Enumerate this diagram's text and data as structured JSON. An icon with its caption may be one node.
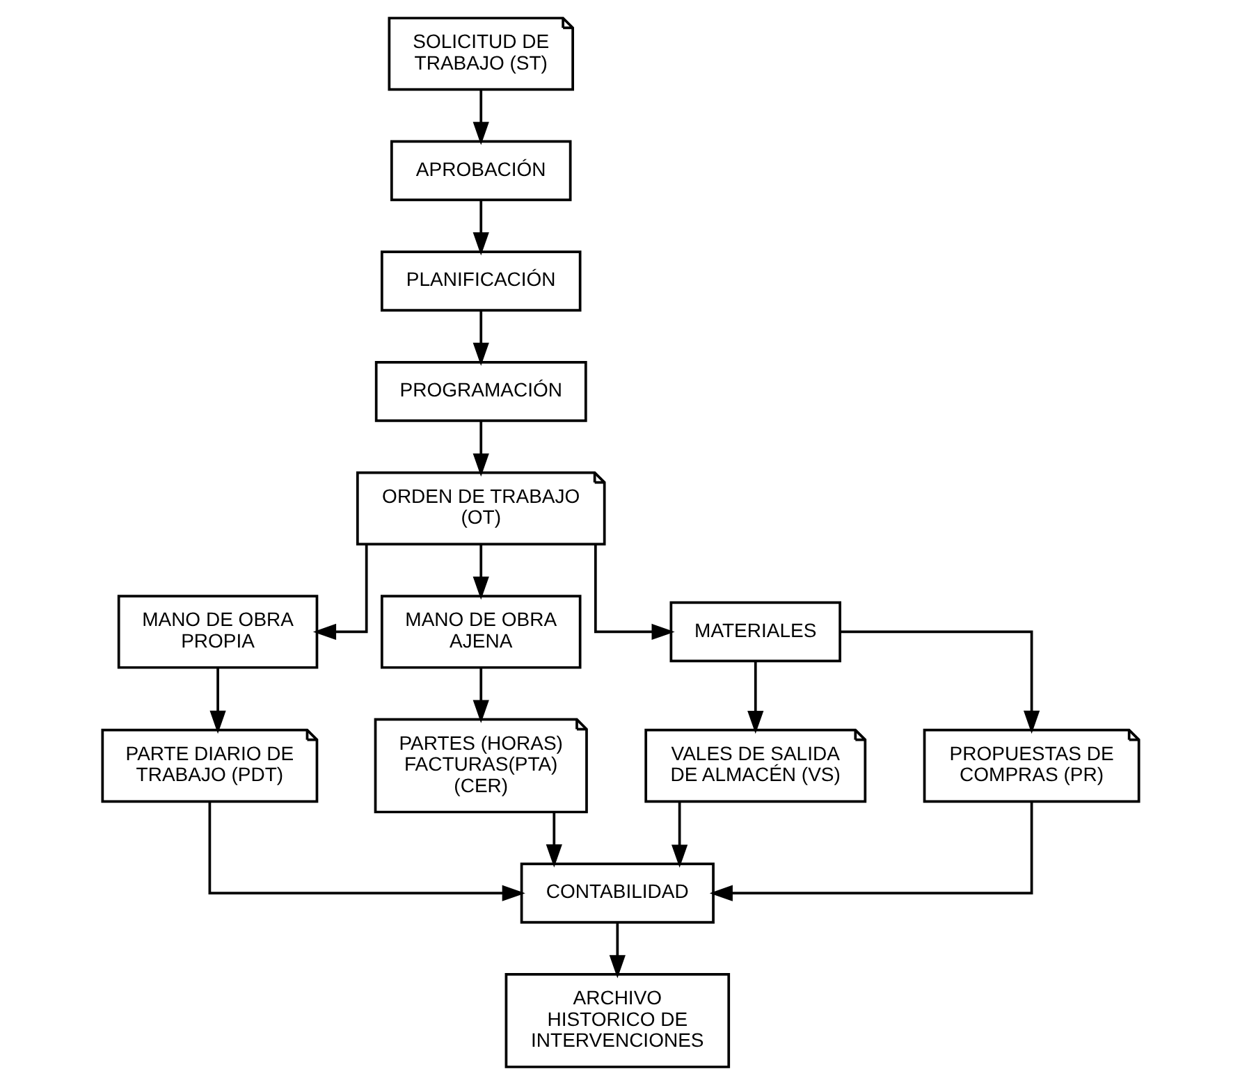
{
  "diagram": {
    "nodes": [
      {
        "text": [
          "SOLICITUD DE TRABAJO (ST)"
        ]
      },
      {
        "text": [
          "APROBACIÓN"
        ]
      },
      {
        "text": [
          "PLANIFICACIÓN"
        ]
      },
      {
        "text": [
          "PROGRAMACIÓN"
        ]
      },
      {
        "text": [
          "ORDEN DE TRABAJO (OT)"
        ]
      },
      {
        "text": [
          "MANO DE OBRA PROPIA"
        ]
      },
      {
        "text": [
          "PARTE DIARIO DE TRABAJO (PDT)"
        ]
      },
      {
        "text": [
          "MANO DE OBRA AJENA"
        ]
      },
      {
        "text": [
          "PARTES (HORAS) FACTURAS(PTA) (CER)"
        ]
      },
      {
        "text": [
          "MATERIALES"
        ]
      },
      {
        "text": [
          "VALES DE SALIDA DE ALMACÉN (VS)"
        ]
      },
      {
        "text": [
          "PROPUESTAS DE COMPRAS (PR)"
        ]
      },
      {
        "text": [
          "CONTABILIDAD"
        ]
      },
      {
        "text": [
          "ARCHIVO HISTORICO DE INTERVENCIONES"
        ]
      }
    ],
    "edges": [
      {
        "from": 0,
        "to": 1,
        "arrow": "to"
      },
      {
        "from": 1,
        "to": 2,
        "arrow": "to"
      },
      {
        "from": 2,
        "to": 3,
        "arrow": "to"
      },
      {
        "from": 3,
        "to": 4,
        "arrow": "to"
      },
      {
        "from": 4,
        "to": 5,
        "arrow": "to"
      },
      {
        "from": 4,
        "to": 7,
        "arrow": "to"
      },
      {
        "from": 4,
        "to": 9,
        "arrow": "to"
      },
      {
        "from": 5,
        "to": 6,
        "arrow": "to"
      },
      {
        "from": 7,
        "to": 8,
        "arrow": "to"
      },
      {
        "from": 9,
        "to": 10,
        "arrow": "to"
      },
      {
        "from": 9,
        "to": 11,
        "arrow": "to"
      },
      {
        "from": 10,
        "to": 12,
        "arrow": "to"
      },
      {
        "from": 11,
        "to": 12,
        "arrow": "to"
      },
      {
        "from": 8,
        "to": 12,
        "arrow": "to"
      },
      {
        "from": 6,
        "to": 12,
        "arrow": "to"
      },
      {
        "from": 12,
        "to": 13,
        "arrow": "to"
      }
    ]
  }
}
